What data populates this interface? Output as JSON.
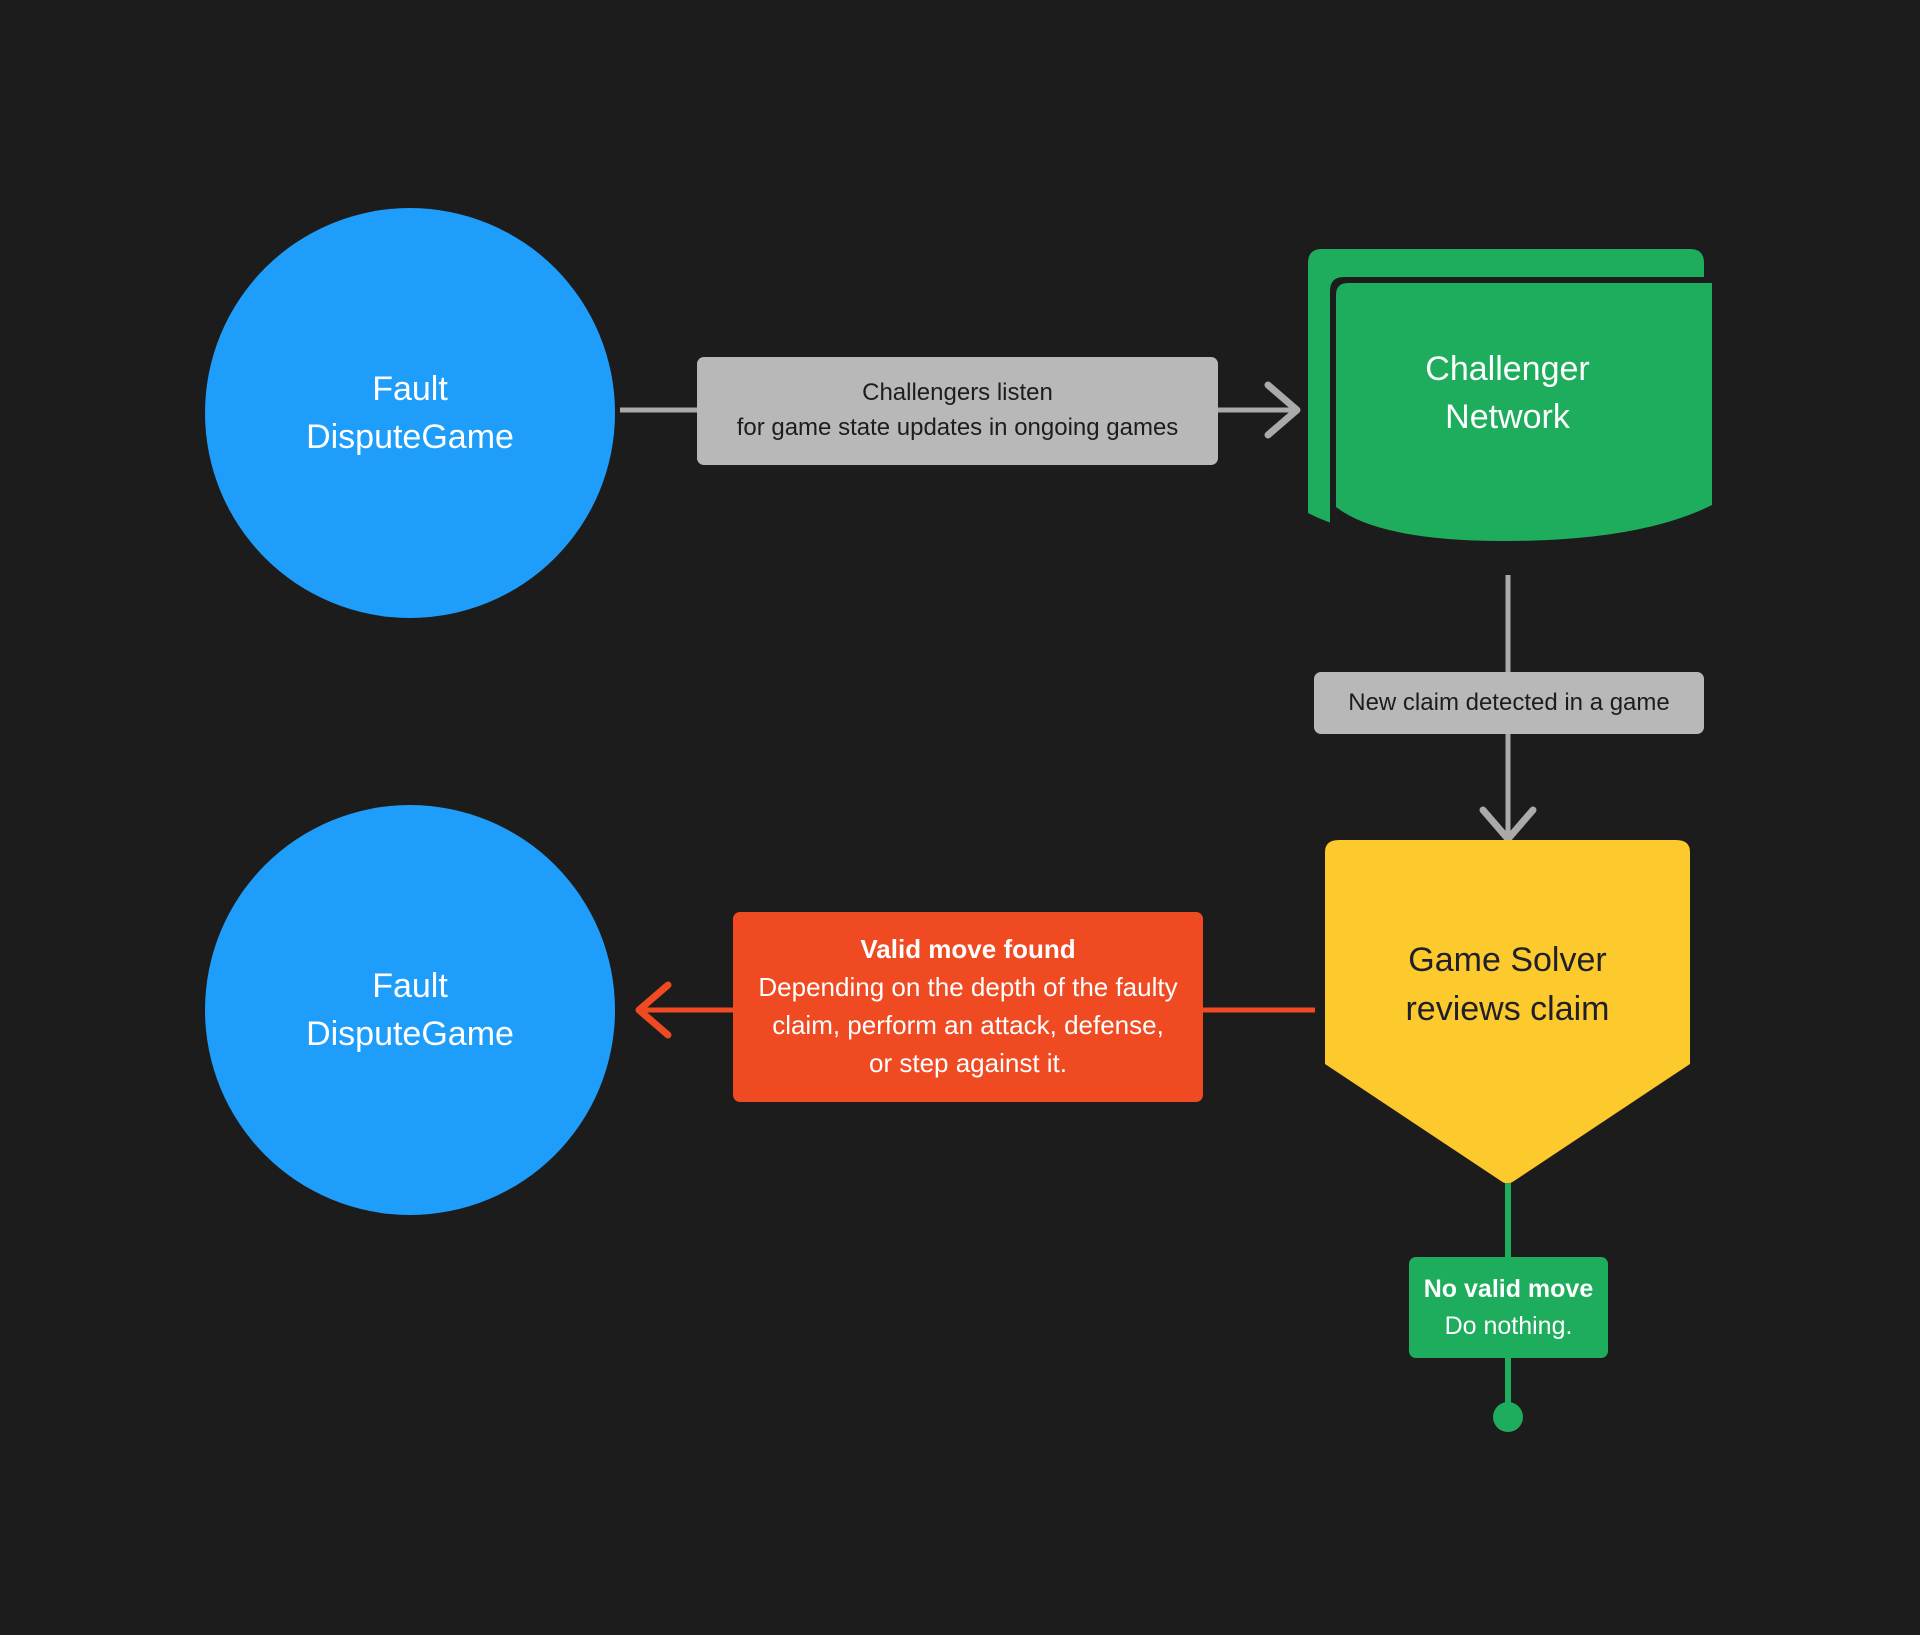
{
  "diagram": {
    "title": "Fault Dispute Game challenger flow",
    "background_color": "#1c1c1c",
    "colors": {
      "blue": "#1e9efa",
      "green": "#1dad5c",
      "yellow": "#fcca2c",
      "red": "#ef4a22",
      "gray": "#b8b8b8",
      "edge_gray": "#aaaaaa",
      "text_light": "#ffffff",
      "text_dark": "#1d1d1d"
    }
  },
  "nodes": [
    {
      "id": "fault-dispute-game-top",
      "shape": "circle",
      "color": "#1e9efa",
      "lines": [
        "Fault",
        "DisputeGame"
      ]
    },
    {
      "id": "challenger-network",
      "shape": "multiple-documents",
      "color": "#1dad5c",
      "lines": [
        "Challenger",
        "Network"
      ]
    },
    {
      "id": "game-solver",
      "shape": "pentagon-down",
      "color": "#fcca2c",
      "lines": [
        "Game Solver",
        "reviews claim"
      ]
    },
    {
      "id": "fault-dispute-game-bottom",
      "shape": "circle",
      "color": "#1e9efa",
      "lines": [
        "Fault",
        "DisputeGame"
      ]
    }
  ],
  "edges": [
    {
      "id": "listen-edge",
      "from": "fault-dispute-game-top",
      "to": "challenger-network",
      "color": "#aaaaaa",
      "label_style": "neutral",
      "lines": [
        {
          "text": "Challengers listen",
          "bold": false
        },
        {
          "text": "for game state updates in ongoing games",
          "bold": false
        }
      ]
    },
    {
      "id": "new-claim-edge",
      "from": "challenger-network",
      "to": "game-solver",
      "color": "#aaaaaa",
      "label_style": "neutral",
      "lines": [
        {
          "text": "New claim detected in a game",
          "bold": false
        }
      ]
    },
    {
      "id": "valid-move-edge",
      "from": "game-solver",
      "to": "fault-dispute-game-bottom",
      "color": "#ef4a22",
      "label_style": "danger",
      "lines": [
        {
          "text": "Valid move found",
          "bold": true
        },
        {
          "text": "Depending on the depth of the faulty",
          "bold": false
        },
        {
          "text": "claim, perform an attack, defense,",
          "bold": false
        },
        {
          "text": "or step against it.",
          "bold": false
        }
      ]
    },
    {
      "id": "no-valid-move-edge",
      "from": "game-solver",
      "to": "terminator",
      "color": "#1dad5c",
      "label_style": "success",
      "lines": [
        {
          "text": "No valid move",
          "bold": true
        },
        {
          "text": "Do nothing.",
          "bold": false
        }
      ]
    }
  ],
  "terminator": {
    "id": "end-dot",
    "shape": "circle-dot",
    "color": "#1dad5c"
  }
}
